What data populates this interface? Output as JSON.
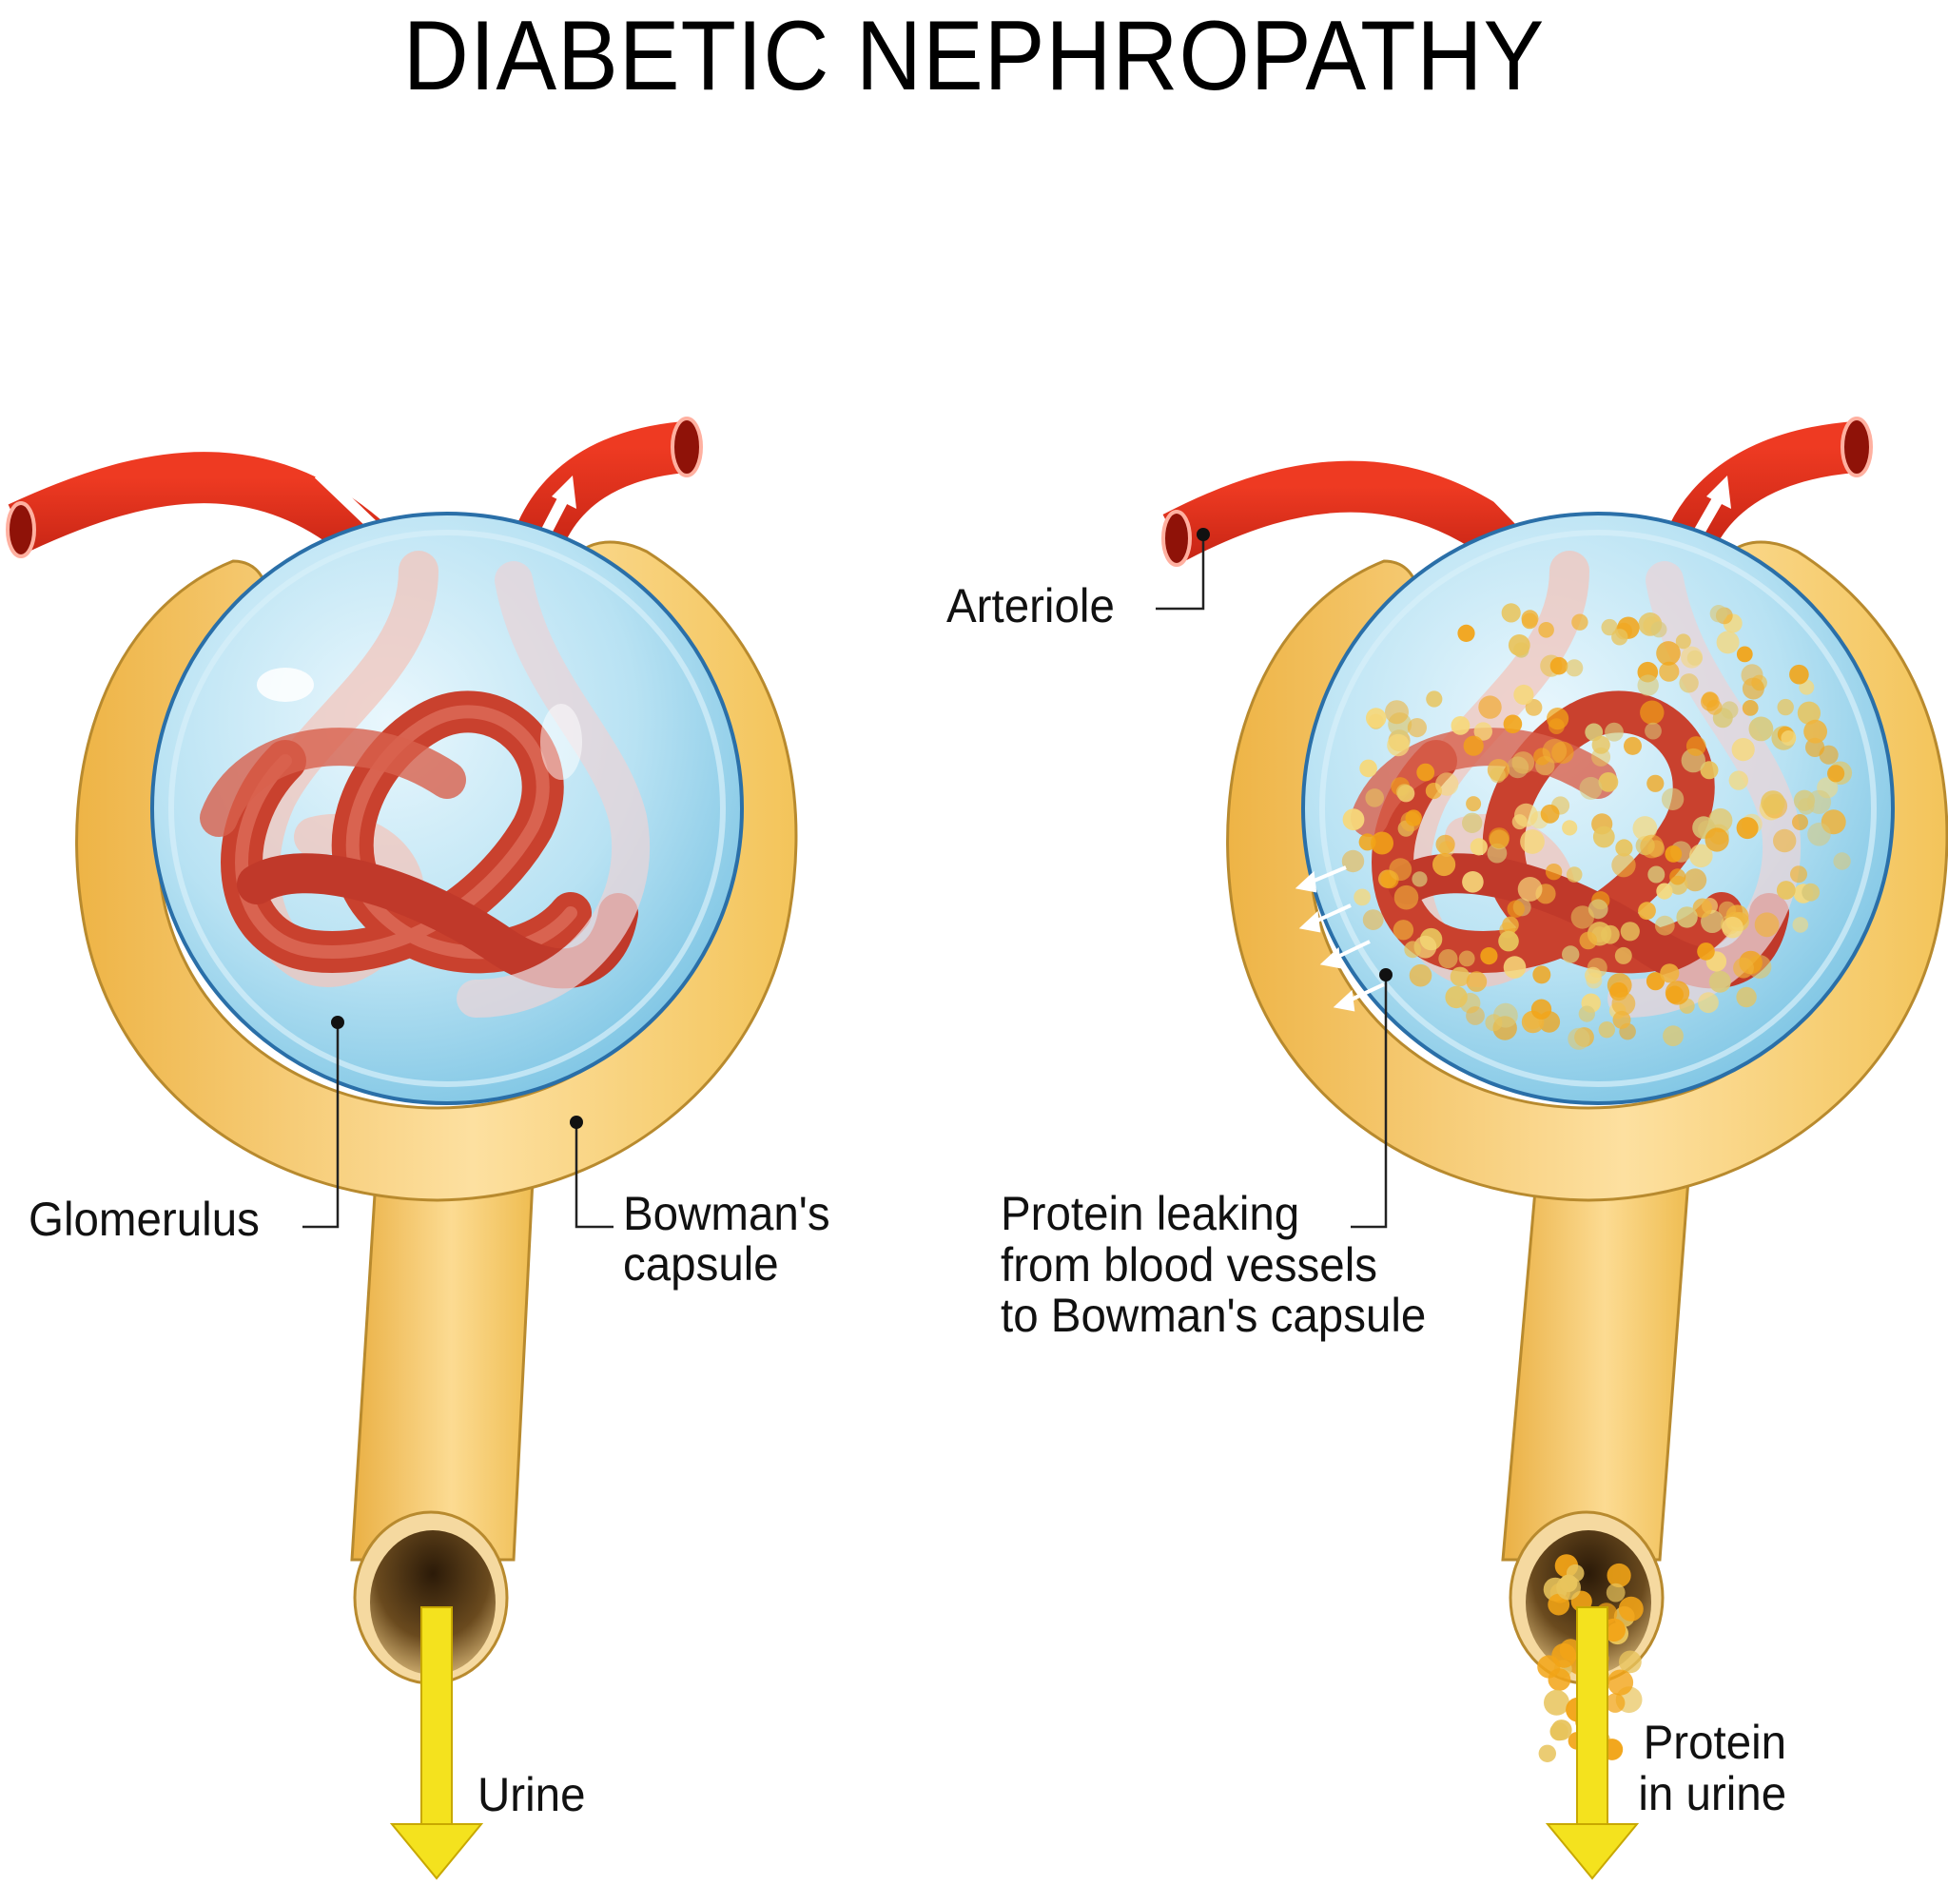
{
  "title": "DIABETIC NEPHROPATHY",
  "panels": [
    {
      "id": "normal",
      "labels": {
        "glomerulus": "Glomerulus",
        "bowmans_line1": "Bowman's",
        "bowmans_line2": "capsule",
        "urine": "Urine"
      }
    },
    {
      "id": "diabetic",
      "labels": {
        "arteriole": "Arteriole",
        "leak_line1": "Protein leaking",
        "leak_line2": "from blood vessels",
        "leak_line3": "to Bowman's capsule",
        "protein_line1": "Protein",
        "protein_line2": "in urine"
      }
    }
  ],
  "colors": {
    "arteriole": "#d42a16",
    "capsule": "#f1be4f",
    "capsule_light": "#fcdc92",
    "glomerulus_sphere": "#a9dcef",
    "capillary": "#c9412e",
    "urine_arrow": "#f4e21e",
    "protein": "#f2a417"
  }
}
